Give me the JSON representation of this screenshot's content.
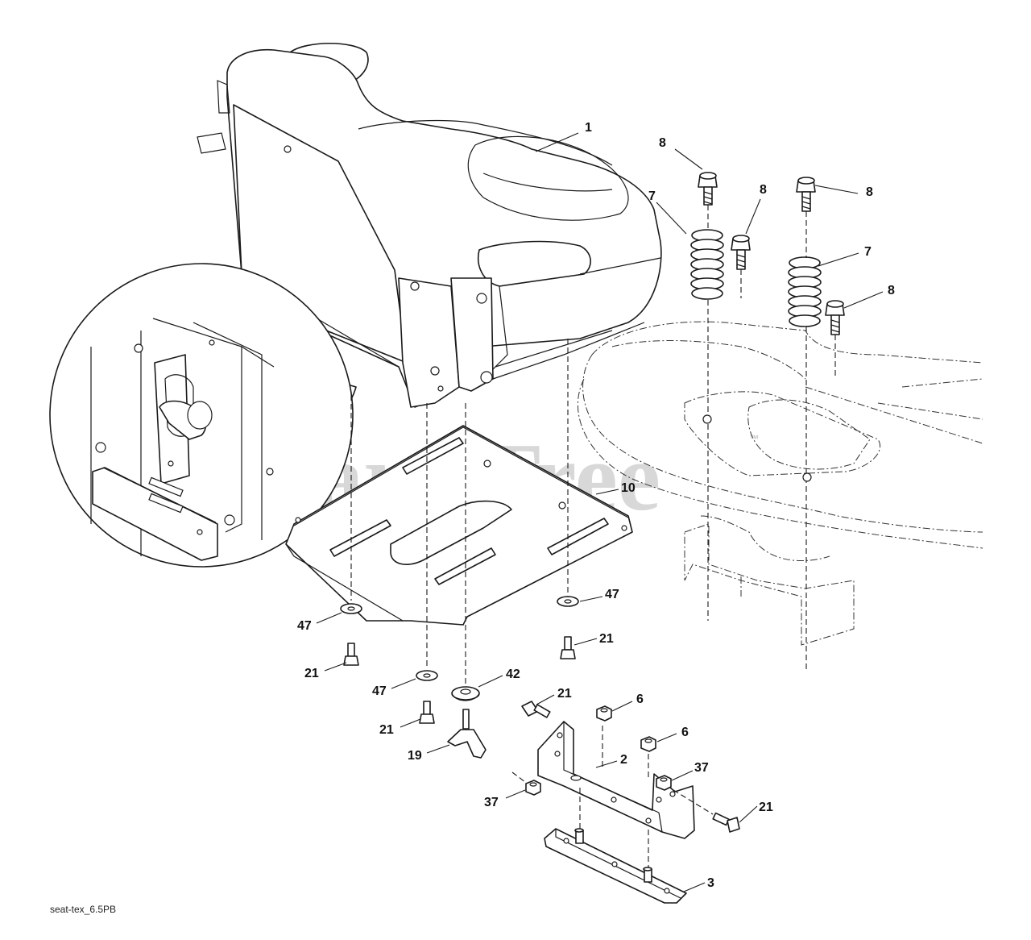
{
  "watermark": {
    "text": "PartsTree",
    "mark": "™"
  },
  "figure_code": "seat-tex_6.5PB",
  "callouts": {
    "seat": "1",
    "bolt_a": "8",
    "bolt_b": "8",
    "bolt_c": "8",
    "bolt_d": "8",
    "spring_a": "7",
    "spring_b": "7",
    "seat_plate": "10",
    "washer_left": "47",
    "washer_center": "47",
    "washer_right": "47",
    "screw_left": "21",
    "screw_center": "21",
    "screw_right": "21",
    "screw_bracket_top": "21",
    "screw_bracket_right": "21",
    "retainer": "42",
    "knob": "19",
    "nut_a": "6",
    "nut_b": "6",
    "bracket": "2",
    "nut_c": "37",
    "nut_d": "37",
    "base_plate": "3"
  }
}
